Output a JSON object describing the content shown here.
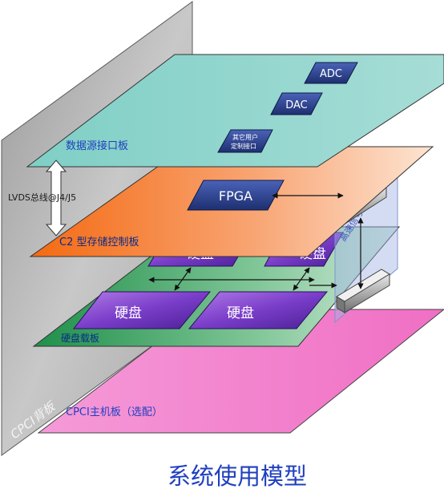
{
  "diagram": {
    "caption": "系统使用模型",
    "backplane_label": "CPCI背板",
    "bus_label": "LVDS总线@J4/J5",
    "interconnect_label": "高速信号互联板",
    "layers": {
      "data_source_board": {
        "label": "数据源接口板",
        "chips": {
          "adc": "ADC",
          "dac": "DAC",
          "custom_line1": "其它用户",
          "custom_line2": "定制接口"
        }
      },
      "c2_storage_controller": {
        "label": "C2 型存储控制板",
        "chips": {
          "fpga": "FPGA"
        }
      },
      "disk_carrier_board": {
        "label": "硬盘载板",
        "disks": [
          "硬盘",
          "硬盘",
          "硬盘",
          "硬盘"
        ]
      },
      "cpci_host_board": {
        "label": "CPCI主机板（选配）"
      }
    },
    "colors": {
      "backplane": "#b9b9b9",
      "data_source_board": "#8fd3cc",
      "c2_board": "#f57a22",
      "disk_carrier": "#2f9e5b",
      "host_board": "#f29ad6",
      "chip": "#2b3f86",
      "disk": "#6a34b8",
      "label_text": "#1f3fbf",
      "caption_text": "#1f3fbf"
    }
  }
}
